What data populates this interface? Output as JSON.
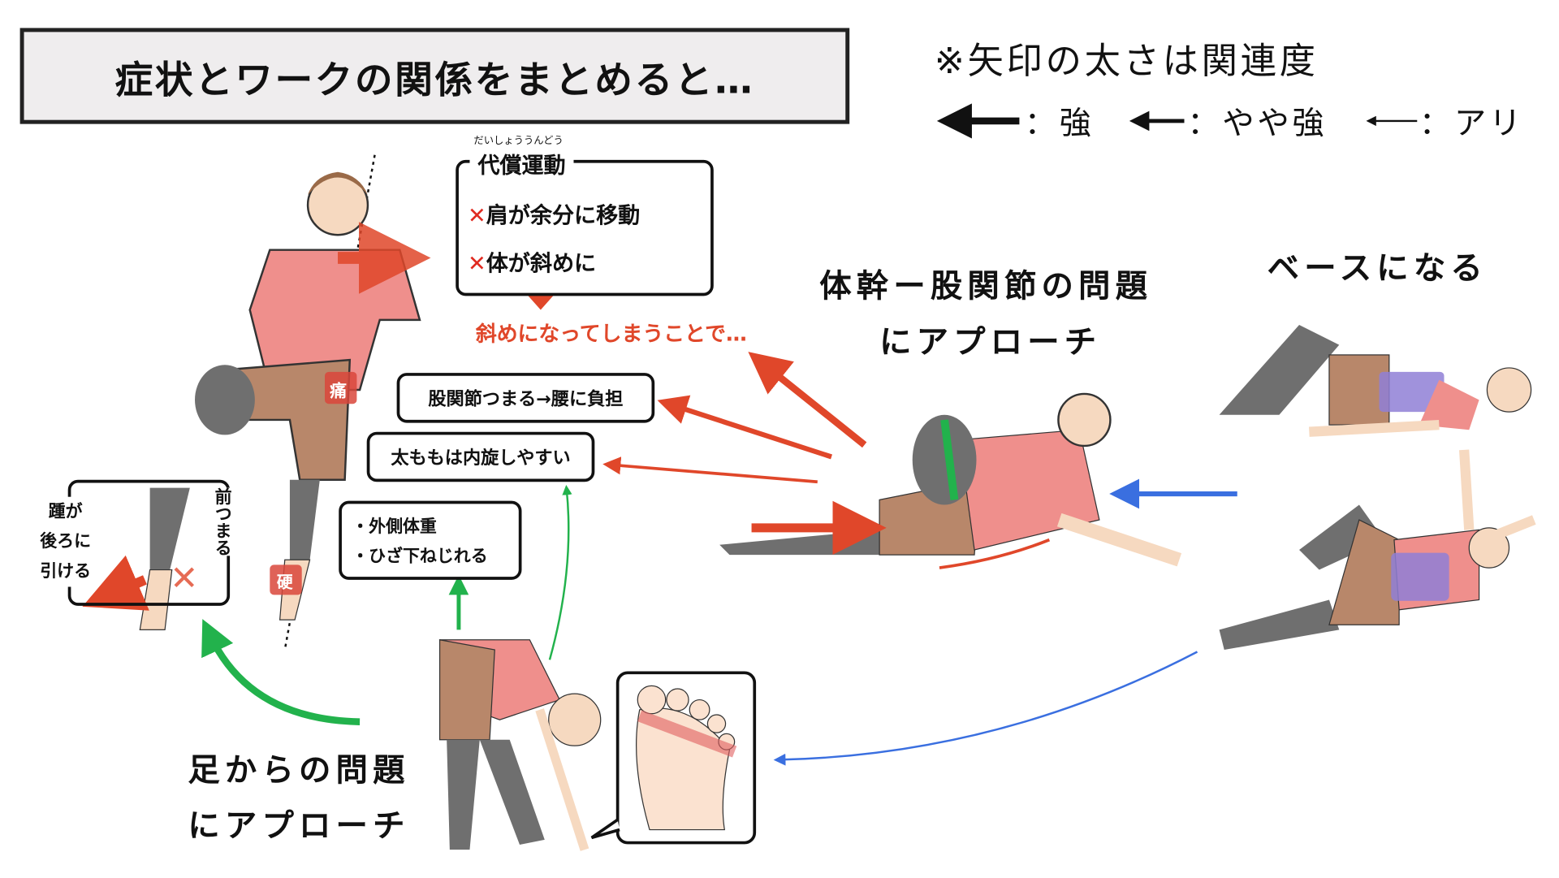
{
  "title": "症状とワークの関係をまとめると…",
  "legend": {
    "note": "※矢印の太さは関連度",
    "strong": "：強",
    "medium": "：やや強",
    "weak": "：アリ"
  },
  "compensation": {
    "ruby": "だいしょううんどう",
    "title": "代償運動",
    "items": [
      "肩が余分に移動",
      "体が斜めに"
    ],
    "mark": "✕",
    "result": "斜めになってしまうことで…"
  },
  "labels": {
    "pain": "痛",
    "hard": "硬"
  },
  "callouts": {
    "hip": "股関節つまる→腰に負担",
    "thigh": "太ももは内旋しやすい",
    "knee": [
      "・外側体重",
      "・ひざ下ねじれる"
    ],
    "heel": [
      "踵が",
      "後ろに",
      "引ける"
    ],
    "front": "前つまる"
  },
  "headings": {
    "trunk": [
      "体幹ー股関節の問題",
      "にアプローチ"
    ],
    "base": "ベースになる",
    "foot": [
      "足からの問題",
      "にアプローチ"
    ]
  },
  "colors": {
    "red": "#e0472a",
    "green": "#22b24c",
    "blue": "#3a6fe0",
    "shirt": "#ef8f8c",
    "shorts": "#b8876a",
    "tights": "#6f6f6f",
    "skin": "#f6d9c0"
  }
}
